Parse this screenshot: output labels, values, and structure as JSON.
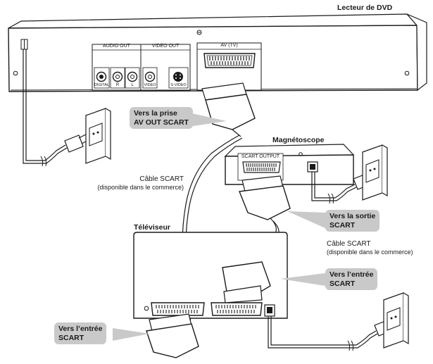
{
  "devices": {
    "dvd_player": {
      "title": "Lecteur de DVD",
      "panel_audio_out": "AUDIO OUT",
      "panel_video_out": "VIDEO OUT",
      "panel_av": "AV (TV)",
      "jack_digital": "DIGITAL",
      "jack_r": "R",
      "jack_l": "L",
      "jack_video": "VIDEO",
      "jack_svideo": "S-VIDEO"
    },
    "vcr": {
      "title": "Magnétoscope",
      "panel_scart_output": "SCART OUTPUT"
    },
    "tv": {
      "title": "Téléviseur"
    }
  },
  "cables": {
    "scart_1": {
      "line1": "Câble SCART",
      "line2": "(disponible dans le commerce)"
    },
    "scart_2": {
      "line1": "Câble SCART",
      "line2": "(disponible dans le commerce)"
    }
  },
  "callouts": {
    "dvd_av_out": {
      "line1": "Vers la prise",
      "line2": "AV OUT SCART"
    },
    "vcr_output": {
      "line1": "Vers la sortie",
      "line2": "SCART"
    },
    "vcr_input": {
      "line1": "Vers l’entrée",
      "line2": "SCART"
    },
    "tv_input": {
      "line1": "Vers l’entrée",
      "line2": "SCART"
    }
  }
}
